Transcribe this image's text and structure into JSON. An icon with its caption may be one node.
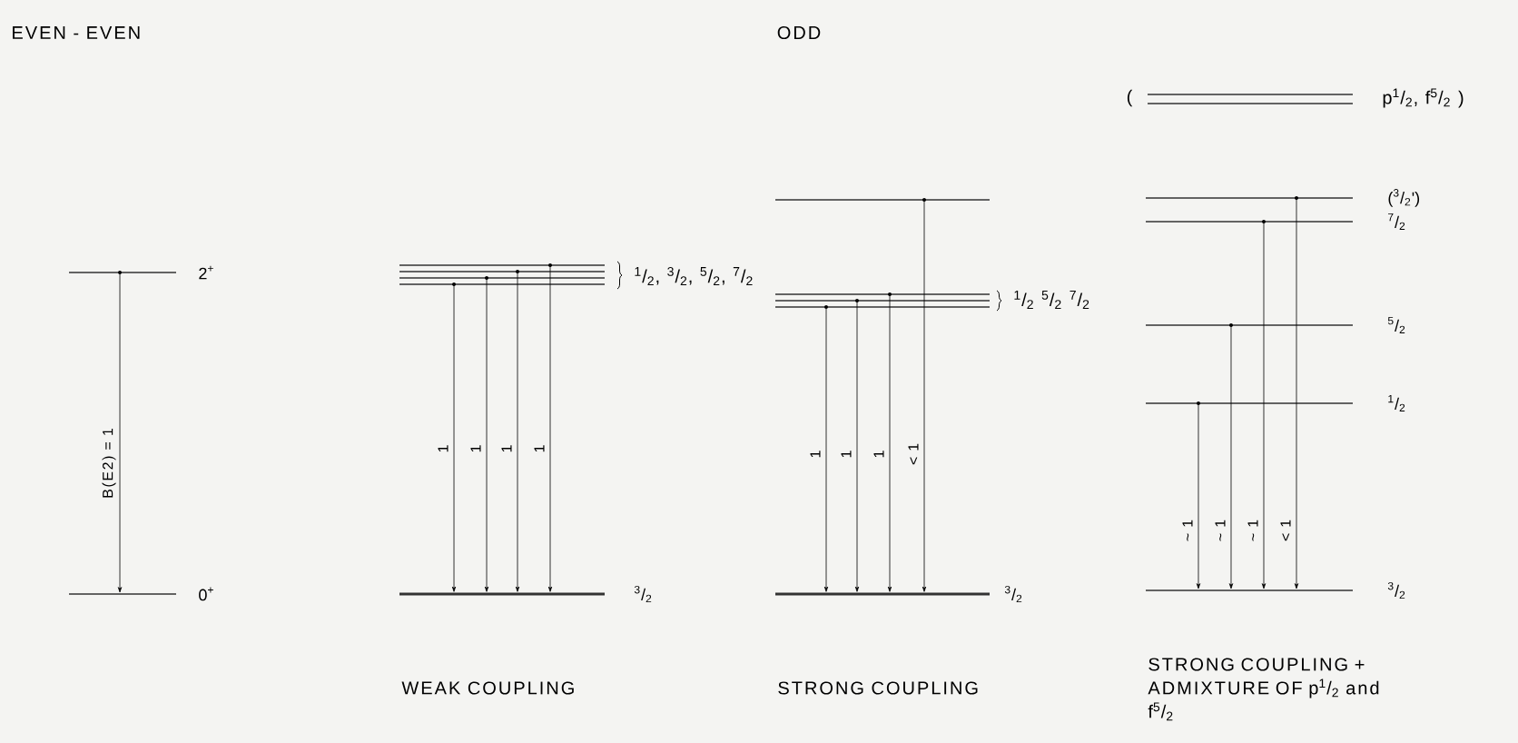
{
  "diagram": {
    "nodes": [
      {
        "text": [],
        "shape": "bar",
        "beside": [
          "2$^{+}$"
        ]
      },
      {
        "text": [],
        "shape": "bar",
        "beside": [
          "0$^{+}$"
        ]
      },
      {
        "text": [],
        "shape": "bar"
      },
      {
        "text": [],
        "shape": "bar"
      },
      {
        "text": [],
        "shape": "bar"
      },
      {
        "text": [],
        "shape": "bar"
      },
      {
        "text": [],
        "shape": "bar",
        "beside": [
          "$^{3}$/$_{2}$"
        ]
      },
      {
        "text": [],
        "shape": "bar"
      },
      {
        "text": [],
        "shape": "bar"
      },
      {
        "text": [],
        "shape": "bar"
      },
      {
        "text": [],
        "shape": "bar"
      },
      {
        "text": [],
        "shape": "bar",
        "beside": [
          "$^{3}$/$_{2}$"
        ]
      },
      {
        "text": [],
        "shape": "bar"
      },
      {
        "text": [],
        "shape": "bar"
      },
      {
        "text": [],
        "shape": "bar",
        "beside": [
          "($^{3}$/$_{2}$')"
        ]
      },
      {
        "text": [],
        "shape": "bar",
        "beside": [
          "$^{7}$/$_{2}$"
        ]
      },
      {
        "text": [],
        "shape": "bar",
        "beside": [
          "$^{5}$/$_{2}$"
        ]
      },
      {
        "text": [],
        "shape": "bar",
        "beside": [
          "$^{1}$/$_{2}$"
        ]
      },
      {
        "text": [],
        "shape": "bar",
        "beside": [
          "$^{3}$/$_{2}$"
        ]
      }
    ],
    "edges": [
      {
        "from": 0,
        "to": 1,
        "arrow": "to",
        "label": "B(E2) = 1"
      },
      {
        "from": 5,
        "to": 6,
        "arrow": "to",
        "label": "1"
      },
      {
        "from": 4,
        "to": 6,
        "arrow": "to",
        "label": "1"
      },
      {
        "from": 3,
        "to": 6,
        "arrow": "to",
        "label": "1"
      },
      {
        "from": 2,
        "to": 6,
        "arrow": "to",
        "label": "1"
      },
      {
        "from": 10,
        "to": 11,
        "arrow": "to",
        "label": "1"
      },
      {
        "from": 9,
        "to": 11,
        "arrow": "to",
        "label": "1"
      },
      {
        "from": 8,
        "to": 11,
        "arrow": "to",
        "label": "1"
      },
      {
        "from": 7,
        "to": 11,
        "arrow": "to",
        "label": "< 1"
      },
      {
        "from": 17,
        "to": 18,
        "arrow": "to",
        "label": "~ 1"
      },
      {
        "from": 16,
        "to": 18,
        "arrow": "to",
        "label": "~ 1"
      },
      {
        "from": 15,
        "to": 18,
        "arrow": "to",
        "label": "~ 1"
      },
      {
        "from": 14,
        "to": 18,
        "arrow": "to",
        "label": "< 1"
      }
    ],
    "labels": [
      "EVEN - EVEN",
      "ODD",
      "(",
      "p$^{1}$/$_{2}$, f$^{5}$/$_{2}$ )",
      "$^{1}$/$_{2}$, $^{3}$/$_{2}$, $^{5}$/$_{2}$, $^{7}$/$_{2}$",
      "$^{1}$/$_{2}$ $^{5}$/$_{2}$ $^{7}$/$_{2}$",
      "WEAK COUPLING",
      "STRONG COUPLING",
      "STRONG COUPLING + ADMIXTURE OF p$^{1}$/$_{2}$ and f$^{5}$/$_{2}$"
    ]
  }
}
